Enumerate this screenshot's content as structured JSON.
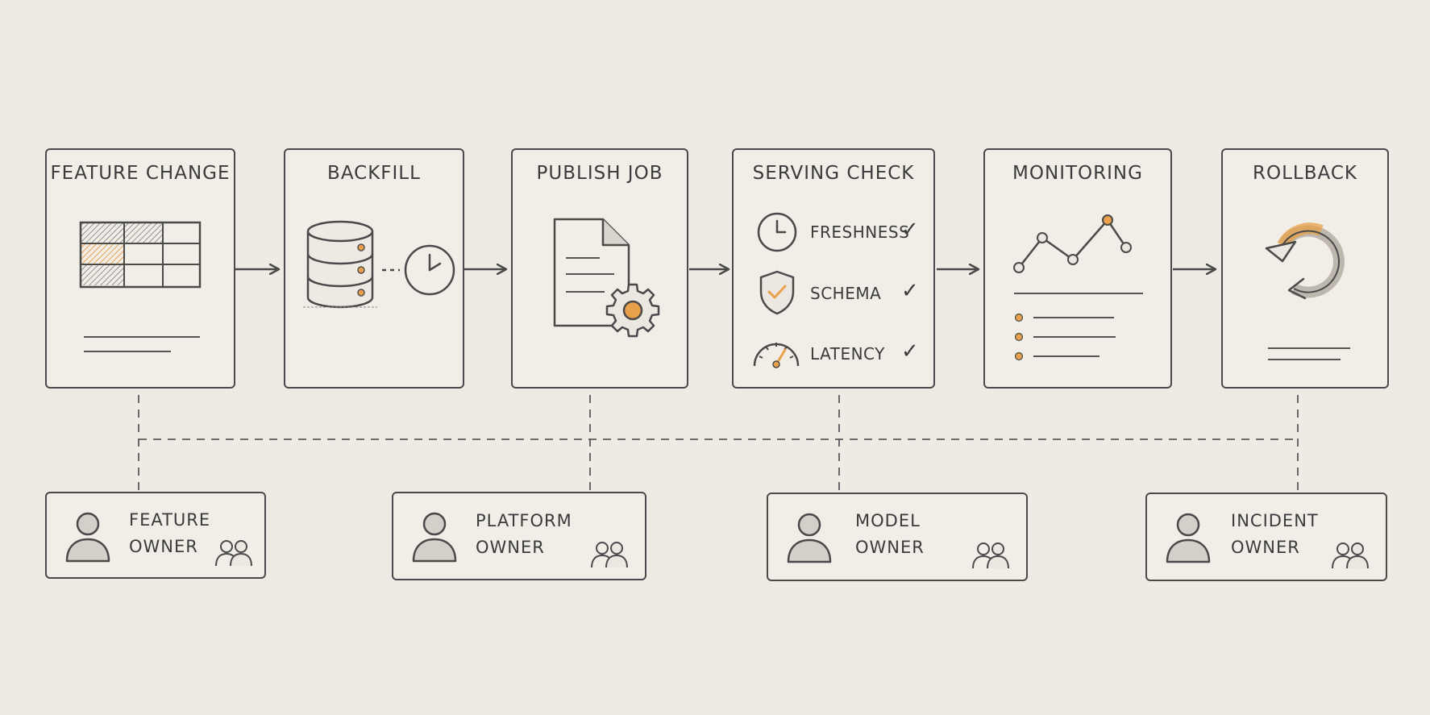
{
  "pipeline": {
    "feature_change": {
      "title": "FEATURE CHANGE"
    },
    "backfill": {
      "title": "BACKFILL"
    },
    "publish_job": {
      "title": "PUBLISH JOB"
    },
    "serving_check": {
      "title": "SERVING CHECK",
      "checks": [
        {
          "label": "FRESHNESS",
          "mark": "✓",
          "icon": "clock-icon"
        },
        {
          "label": "SCHEMA",
          "mark": "✓",
          "icon": "shield-check-icon"
        },
        {
          "label": "LATENCY",
          "mark": "✓",
          "icon": "gauge-icon"
        }
      ]
    },
    "monitoring": {
      "title": "MONITORING"
    },
    "rollback": {
      "title": "ROLLBACK"
    }
  },
  "owners": [
    {
      "line1": "FEATURE",
      "line2": "OWNER"
    },
    {
      "line1": "PLATFORM",
      "line2": "OWNER"
    },
    {
      "line1": "MODEL",
      "line2": "OWNER"
    },
    {
      "line1": "INCIDENT",
      "line2": "OWNER"
    }
  ],
  "colors": {
    "background": "#efebe4",
    "stroke": "#4a4a4a",
    "accent": "#e8a14a"
  }
}
